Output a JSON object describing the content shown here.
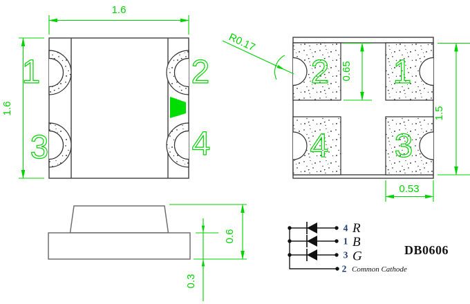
{
  "colors": {
    "dimension_green": "#00d300",
    "marker_green": "#00dd00",
    "drawing_line_gray": "#4a4a4a",
    "side_view_gray": "#6e6e6e",
    "schematic_black": "#1a1a1a",
    "pin_number_navy": "#1d3c6f"
  },
  "top_view": {
    "width_dim": "1.6",
    "height_dim": "1.6",
    "pin_labels": {
      "p1": "1",
      "p2": "2",
      "p3": "3",
      "p4": "4"
    }
  },
  "footprint_view": {
    "radius_dim": "R0.17",
    "pad_height_dim": "0.65",
    "span_dim": "1.5",
    "pad_width_dim": "0.53",
    "pad_labels": {
      "p1": "1",
      "p2": "2",
      "p3": "3",
      "p4": "4"
    }
  },
  "side_view": {
    "total_height_dim": "0.6",
    "base_height_dim": "0.3"
  },
  "schematic": {
    "part_number": "DB0606",
    "rows": [
      {
        "pin": "4",
        "channel": "R"
      },
      {
        "pin": "1",
        "channel": "B"
      },
      {
        "pin": "3",
        "channel": "G"
      }
    ],
    "common_pin": "2",
    "common_label": "Common Cathode"
  }
}
